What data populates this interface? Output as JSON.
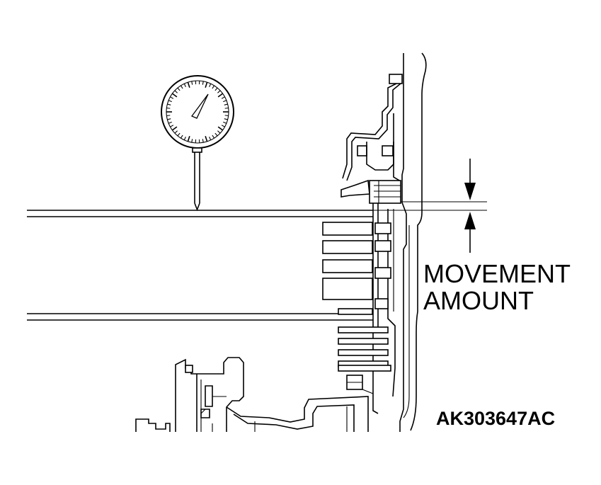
{
  "labels": {
    "movement_line1": "MOVEMENT",
    "movement_line2": "AMOUNT",
    "figure_code": "AK303647AC"
  },
  "icons": {
    "gauge": "dial-indicator-icon",
    "arrow_down": "arrow-down-icon",
    "arrow_up": "arrow-up-icon"
  }
}
